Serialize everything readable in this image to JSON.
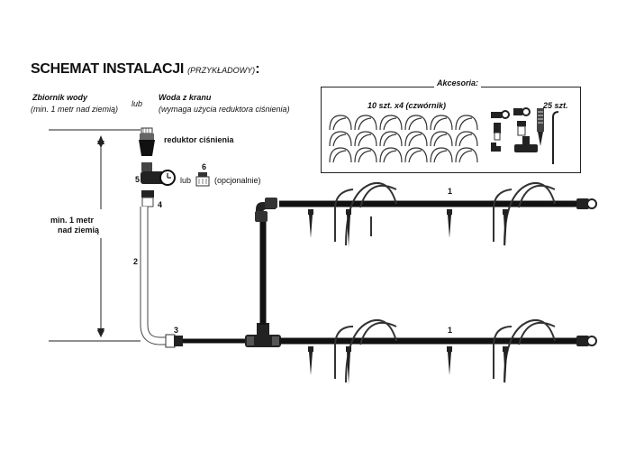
{
  "header": {
    "title": "SCHEMAT INSTALACJI",
    "subtitle": "(PRZYKŁADOWY)",
    "colon": ":"
  },
  "sources": {
    "tank_title": "Zbiornik wody",
    "tank_note": "(min. 1 metr nad ziemią)",
    "or_label": "lub",
    "tap_title": "Woda z kranu",
    "tap_note": "(wymaga użycia reduktora ciśnienia)"
  },
  "reducer_label": "reduktor ciśnienia",
  "height_label_line1": "min. 1 metr",
  "height_label_line2": "nad ziemią",
  "parts": {
    "p1_top": "1",
    "p1_bottom": "1",
    "p2": "2",
    "p3": "3",
    "p4": "4",
    "p5": "5",
    "p6": "6",
    "or_between": "lub",
    "optional": "(opcjonalnie)"
  },
  "accessories": {
    "title": "Akcesoria:",
    "stakes_label": "10 szt. x4 (czwórnik)",
    "drippers_label": "25 szt."
  },
  "colors": {
    "hose": "#111111",
    "tube_outline": "#444444",
    "line": "#222222"
  },
  "icons": {
    "tap": "tap-connector-icon",
    "reducer": "pressure-reducer-icon",
    "timer": "timer-icon",
    "filter": "filter-icon",
    "elbow": "elbow-connector-icon",
    "tee": "tee-connector-icon",
    "end_cap": "end-cap-icon",
    "dripper_stake": "dripper-stake-icon",
    "arc_stake": "arc-stake-icon"
  }
}
